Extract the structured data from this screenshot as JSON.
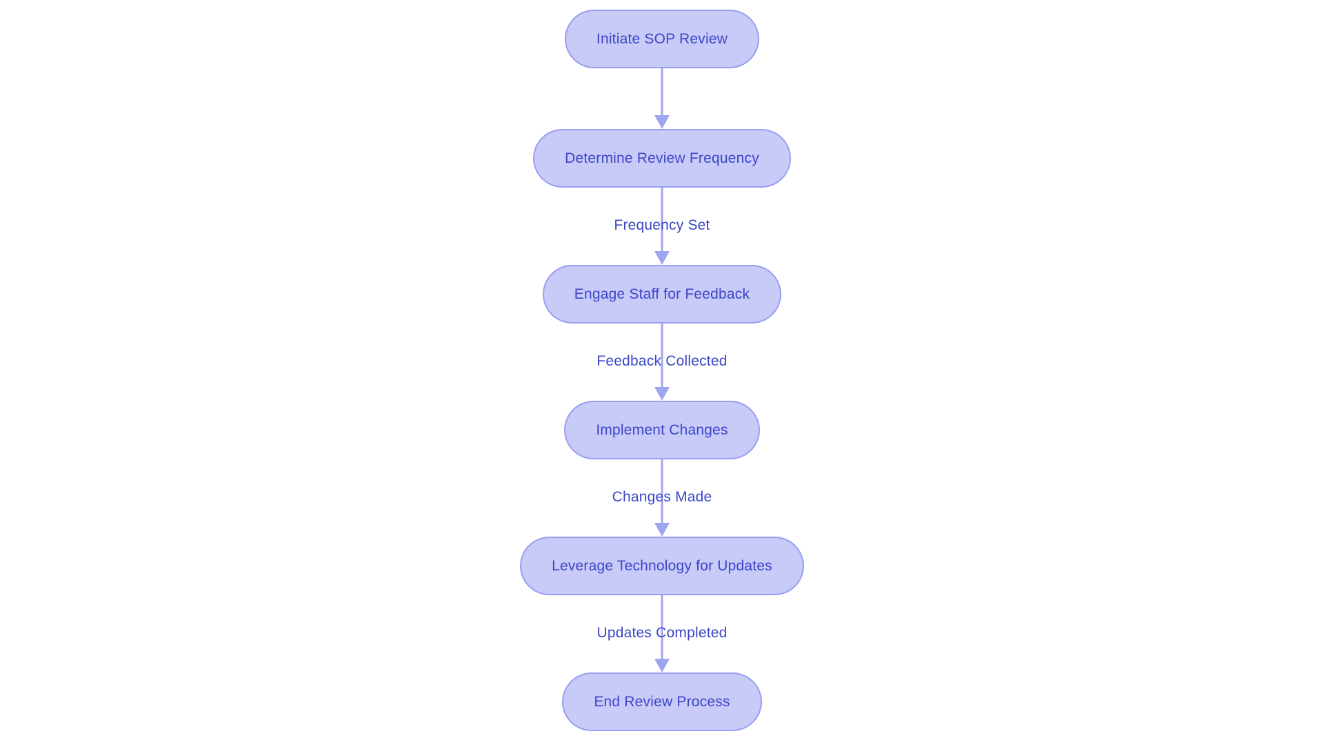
{
  "diagram": {
    "type": "flowchart",
    "direction": "top-down",
    "background": "#ffffff",
    "colors": {
      "background": "#ffffff",
      "node_fill": "#c8caf8",
      "node_border": "#989ef0",
      "node_text": "#3c46c6",
      "edge_line": "#a0a5f2",
      "edge_label_text": "#3c46c6"
    },
    "nodes": [
      {
        "id": "initiate",
        "label": "Initiate SOP Review"
      },
      {
        "id": "determine",
        "label": "Determine Review Frequency"
      },
      {
        "id": "engage",
        "label": "Engage Staff for Feedback"
      },
      {
        "id": "implement",
        "label": "Implement Changes"
      },
      {
        "id": "leverage",
        "label": "Leverage Technology for Updates"
      },
      {
        "id": "end",
        "label": "End Review Process"
      }
    ],
    "edges": [
      {
        "from": "initiate",
        "to": "determine",
        "label": ""
      },
      {
        "from": "determine",
        "to": "engage",
        "label": "Frequency Set"
      },
      {
        "from": "engage",
        "to": "implement",
        "label": "Feedback Collected"
      },
      {
        "from": "implement",
        "to": "leverage",
        "label": "Changes Made"
      },
      {
        "from": "leverage",
        "to": "end",
        "label": "Updates Completed"
      }
    ]
  }
}
